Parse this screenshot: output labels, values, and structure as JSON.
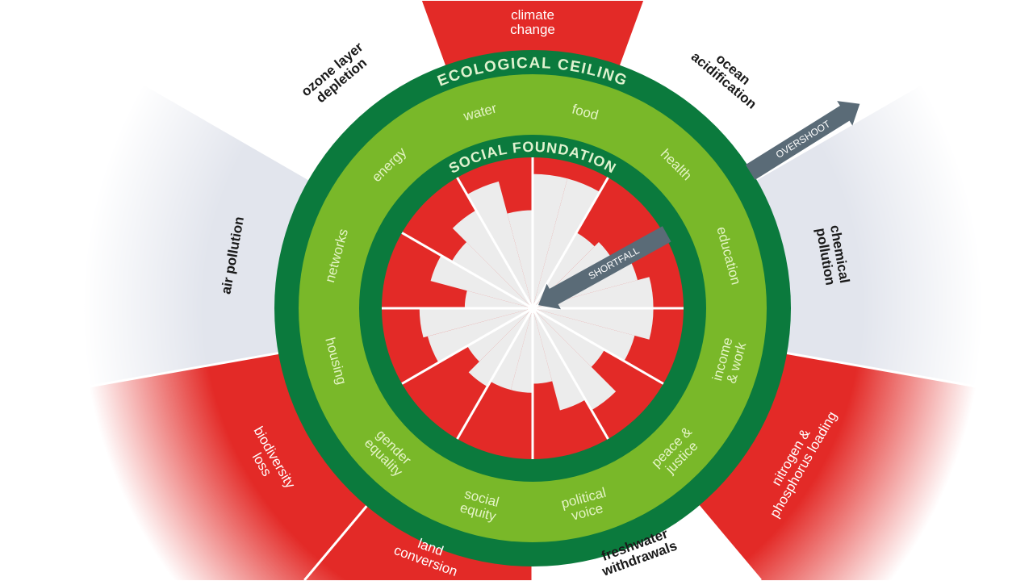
{
  "colors": {
    "red": "#e32a27",
    "gray_wedge": "#e2e5ed",
    "dark_green": "#0b7a3d",
    "light_green": "#79b829",
    "inner_gray": "#ececec",
    "arrow": "#5a6b77",
    "social_label": "#e4f4c6",
    "ring_title": "#dff2cf"
  },
  "titles": {
    "ecological_ceiling": "ECOLOGICAL CEILING",
    "social_foundation": "SOCIAL FOUNDATION"
  },
  "arrows": {
    "overshoot": "OVERSHOOT",
    "shortfall": "SHORTFALL"
  },
  "chart_data": {
    "type": "radial-bar",
    "title": "Doughnut: ecological ceiling and social foundation",
    "ecological_ceiling": [
      {
        "name": "climate change",
        "lines": [
          "climate",
          "change"
        ],
        "status": "overshoot",
        "overshoot": 1.2
      },
      {
        "name": "ocean acidification",
        "lines": [
          "ocean",
          "acidification"
        ],
        "status": "within",
        "overshoot": 0
      },
      {
        "name": "chemical pollution",
        "lines": [
          "chemical",
          "pollution"
        ],
        "status": "unknown",
        "overshoot": 0.9
      },
      {
        "name": "nitrogen & phosphorus loading",
        "lines": [
          "nitrogen &",
          "phosphorus loading"
        ],
        "status": "overshoot",
        "overshoot": 0.9
      },
      {
        "name": "freshwater withdrawals",
        "lines": [
          "freshwater",
          "withdrawals"
        ],
        "status": "within",
        "overshoot": 0
      },
      {
        "name": "land conversion",
        "lines": [
          "land",
          "conversion"
        ],
        "status": "overshoot",
        "overshoot": 0.9
      },
      {
        "name": "biodiversity loss",
        "lines": [
          "biodiversity",
          "loss"
        ],
        "status": "overshoot",
        "overshoot": 0.9
      },
      {
        "name": "air pollution",
        "lines": [
          "air pollution"
        ],
        "status": "unknown",
        "overshoot": 0.9
      },
      {
        "name": "ozone layer depletion",
        "lines": [
          "ozone layer",
          "depletion"
        ],
        "status": "within",
        "overshoot": 0
      }
    ],
    "social_foundation": [
      {
        "name": "food",
        "lines": [
          "food"
        ],
        "achieved": [
          0.89,
          0.89
        ]
      },
      {
        "name": "health",
        "lines": [
          "health"
        ],
        "achieved": [
          0.58,
          0.62
        ]
      },
      {
        "name": "education",
        "lines": [
          "education"
        ],
        "achieved": [
          0.72,
          0.8
        ]
      },
      {
        "name": "income & work",
        "lines": [
          "income",
          "& work"
        ],
        "achieved": [
          0.8,
          0.7
        ]
      },
      {
        "name": "peace & justice",
        "lines": [
          "peace &",
          "justice"
        ],
        "achieved": [
          0.55,
          0.78
        ]
      },
      {
        "name": "political voice",
        "lines": [
          "political",
          "voice"
        ],
        "achieved": [
          0.7,
          0.5
        ]
      },
      {
        "name": "social equity",
        "lines": [
          "social",
          "equity"
        ],
        "achieved": [
          0.56,
          0.56
        ]
      },
      {
        "name": "gender equality",
        "lines": [
          "gender",
          "equality"
        ],
        "achieved": [
          0.6,
          0.5
        ]
      },
      {
        "name": "housing",
        "lines": [
          "housing"
        ],
        "achieved": [
          0.72,
          0.75
        ]
      },
      {
        "name": "networks",
        "lines": [
          "networks"
        ],
        "achieved": [
          0.45,
          0.7
        ]
      },
      {
        "name": "energy",
        "lines": [
          "energy"
        ],
        "achieved": [
          0.62,
          0.75
        ]
      },
      {
        "name": "water",
        "lines": [
          "water"
        ],
        "achieved": [
          0.87,
          0.65
        ]
      }
    ]
  }
}
